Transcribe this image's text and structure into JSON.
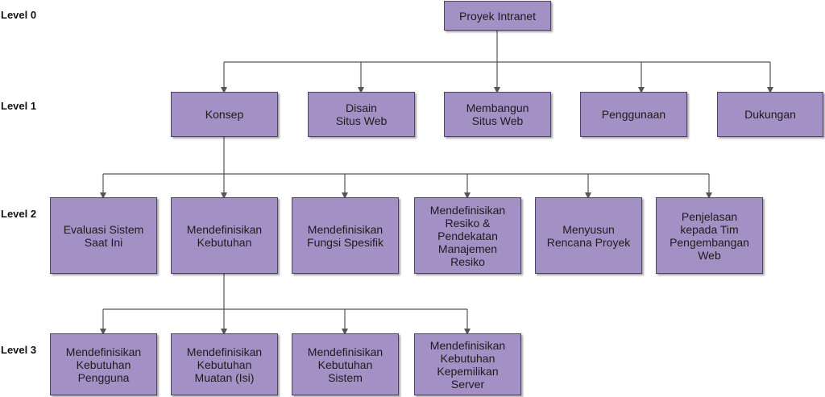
{
  "levels": [
    "Level 0",
    "Level 1",
    "Level 2",
    "Level 3"
  ],
  "nodes": {
    "root": "Proyek Intranet",
    "level1": [
      "Konsep",
      "Disain\nSitus Web",
      "Membangun\nSitus Web",
      "Penggunaan",
      "Dukungan"
    ],
    "level2": [
      "Evaluasi Sistem\nSaat Ini",
      "Mendefinisikan\nKebutuhan",
      "Mendefinisikan\nFungsi Spesifik",
      "Mendefinisikan\nResiko &\nPendekatan\nManajemen\nResiko",
      "Menyusun\nRencana Proyek",
      "Penjelasan\nkepada Tim\nPengembangan\nWeb"
    ],
    "level3": [
      "Mendefinisikan\nKebutuhan\nPengguna",
      "Mendefinisikan\nKebutuhan\nMuatan (Isi)",
      "Mendefinisikan\nKebutuhan\nSistem",
      "Mendefinisikan\nKebutuhan\nKepemilikan\nServer"
    ]
  },
  "colors": {
    "node_fill": "#a391c5",
    "node_border": "#4d4264",
    "connector": "#555555"
  }
}
